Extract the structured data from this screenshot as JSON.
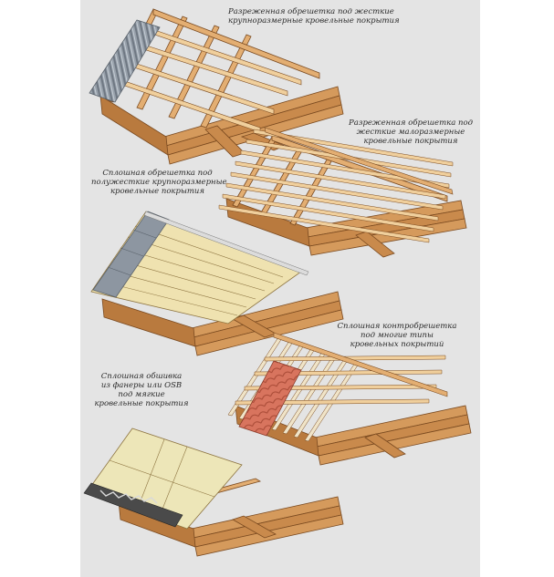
{
  "colors": {
    "panel": "#e4e4e4",
    "wood": "#d59a5c",
    "wood_dark": "#9c6632",
    "wood_light": "#eec58f",
    "slat": "#efe2b0",
    "metal": "#8d96a1",
    "tile": "#d8745e",
    "osb": "#ede6b8",
    "bitumen": "#4a4a4a"
  },
  "captions": [
    {
      "id": "sparse-rigid-large",
      "lines": [
        "Разреженная обрешетка под жесткие",
        "крупноразмерные кровельные покрытия"
      ]
    },
    {
      "id": "sparse-rigid-small",
      "lines": [
        "Разреженная обрешетка под",
        "жесткие малоразмерные",
        "кровельные покрытия"
      ]
    },
    {
      "id": "solid-semirigid",
      "lines": [
        "Сплошная обрешетка под",
        "полужесткие крупноразмерные",
        "кровельные покрытия"
      ]
    },
    {
      "id": "solid-counter-batten",
      "lines": [
        "Сплошная контробрешетка",
        "под многие типы",
        "кровельных покрытий"
      ]
    },
    {
      "id": "solid-plywood-osb",
      "lines": [
        "Сплошная обшивка",
        "из фанеры или OSB",
        "под мягкие",
        "кровельные покрытия"
      ]
    }
  ],
  "roofs": [
    {
      "id": "roof-1",
      "type": "sparse",
      "covering": "metal-sheet"
    },
    {
      "id": "roof-2",
      "type": "sparse-dense",
      "covering": "none"
    },
    {
      "id": "roof-3",
      "type": "solid-boards",
      "covering": "metal-sheet"
    },
    {
      "id": "roof-4",
      "type": "counter-batten",
      "covering": "tile"
    },
    {
      "id": "roof-5",
      "type": "plywood-osb",
      "covering": "shingles"
    }
  ]
}
